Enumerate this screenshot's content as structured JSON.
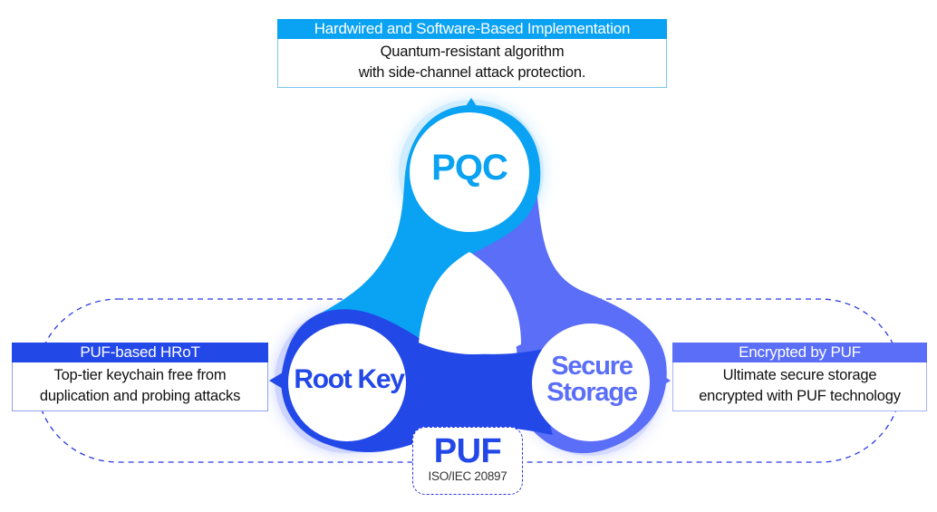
{
  "diagram": {
    "colors": {
      "pqc": "#0aa2f2",
      "root_key": "#2348e8",
      "secure_storage": "#5a6ef7",
      "dashed_outline": "#2a3be0"
    },
    "top_box": {
      "heading": "Hardwired and Software-Based Implementation",
      "lines": [
        "Quantum-resistant algorithm",
        "with side-channel attack protection."
      ]
    },
    "left_box": {
      "heading": "PUF-based HRoT",
      "lines": [
        "Top-tier keychain free from",
        "duplication and probing attacks"
      ]
    },
    "right_box": {
      "heading": "Encrypted by PUF",
      "lines": [
        "Ultimate secure storage",
        "encrypted with PUF technology"
      ]
    },
    "nodes": {
      "pqc": "PQC",
      "root_key": "Root Key",
      "secure_storage_line1": "Secure",
      "secure_storage_line2": "Storage"
    },
    "puf": {
      "title": "PUF",
      "subtitle": "ISO/IEC 20897"
    }
  }
}
